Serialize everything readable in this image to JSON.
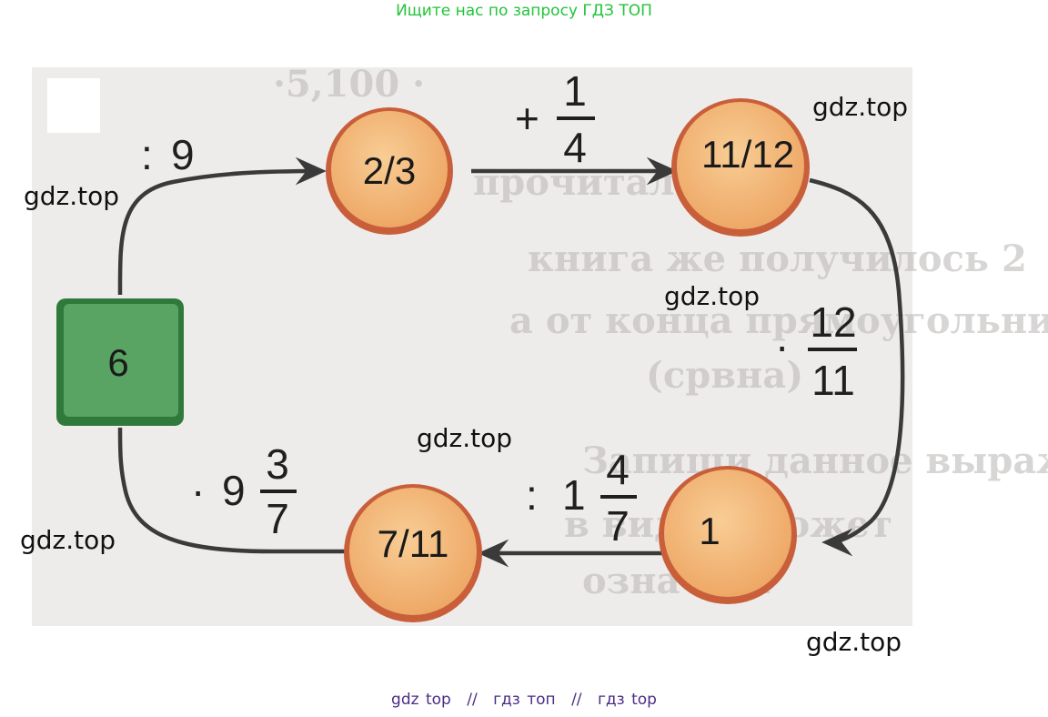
{
  "header": {
    "promo": "Ищите нас по запросу ГДЗ ТОП"
  },
  "footer": {
    "link1": "gdz top",
    "link2": "гдз топ",
    "link3": "гдз top",
    "separator": "//"
  },
  "watermarks": [
    "gdz.top",
    "gdz.top",
    "gdz.top",
    "gdz.top",
    "gdz.top",
    "gdz.top"
  ],
  "diagram": {
    "start": "6",
    "nodes": [
      "2/3",
      "11/12",
      "1",
      "7/11"
    ],
    "operations": {
      "divide_by_9": {
        "sign": ":",
        "value": "9"
      },
      "plus_one_quarter": {
        "sign": "+",
        "numerator": "1",
        "denominator": "4"
      },
      "times_12_11": {
        "sign": "·",
        "numerator": "12",
        "denominator": "11"
      },
      "divide_by_1_4_7": {
        "sign": ":",
        "whole": "1",
        "numerator": "4",
        "denominator": "7"
      },
      "times_9_3_7": {
        "sign": "·",
        "whole": "9",
        "numerator": "3",
        "denominator": "7"
      }
    },
    "colors": {
      "start_fill": "#5aa463",
      "start_border": "#2f7a3a",
      "node_fill": "#f3b97a",
      "node_border": "#c85f3a",
      "arrow": "#3a3a3a",
      "panel": "#eeeceb"
    }
  }
}
